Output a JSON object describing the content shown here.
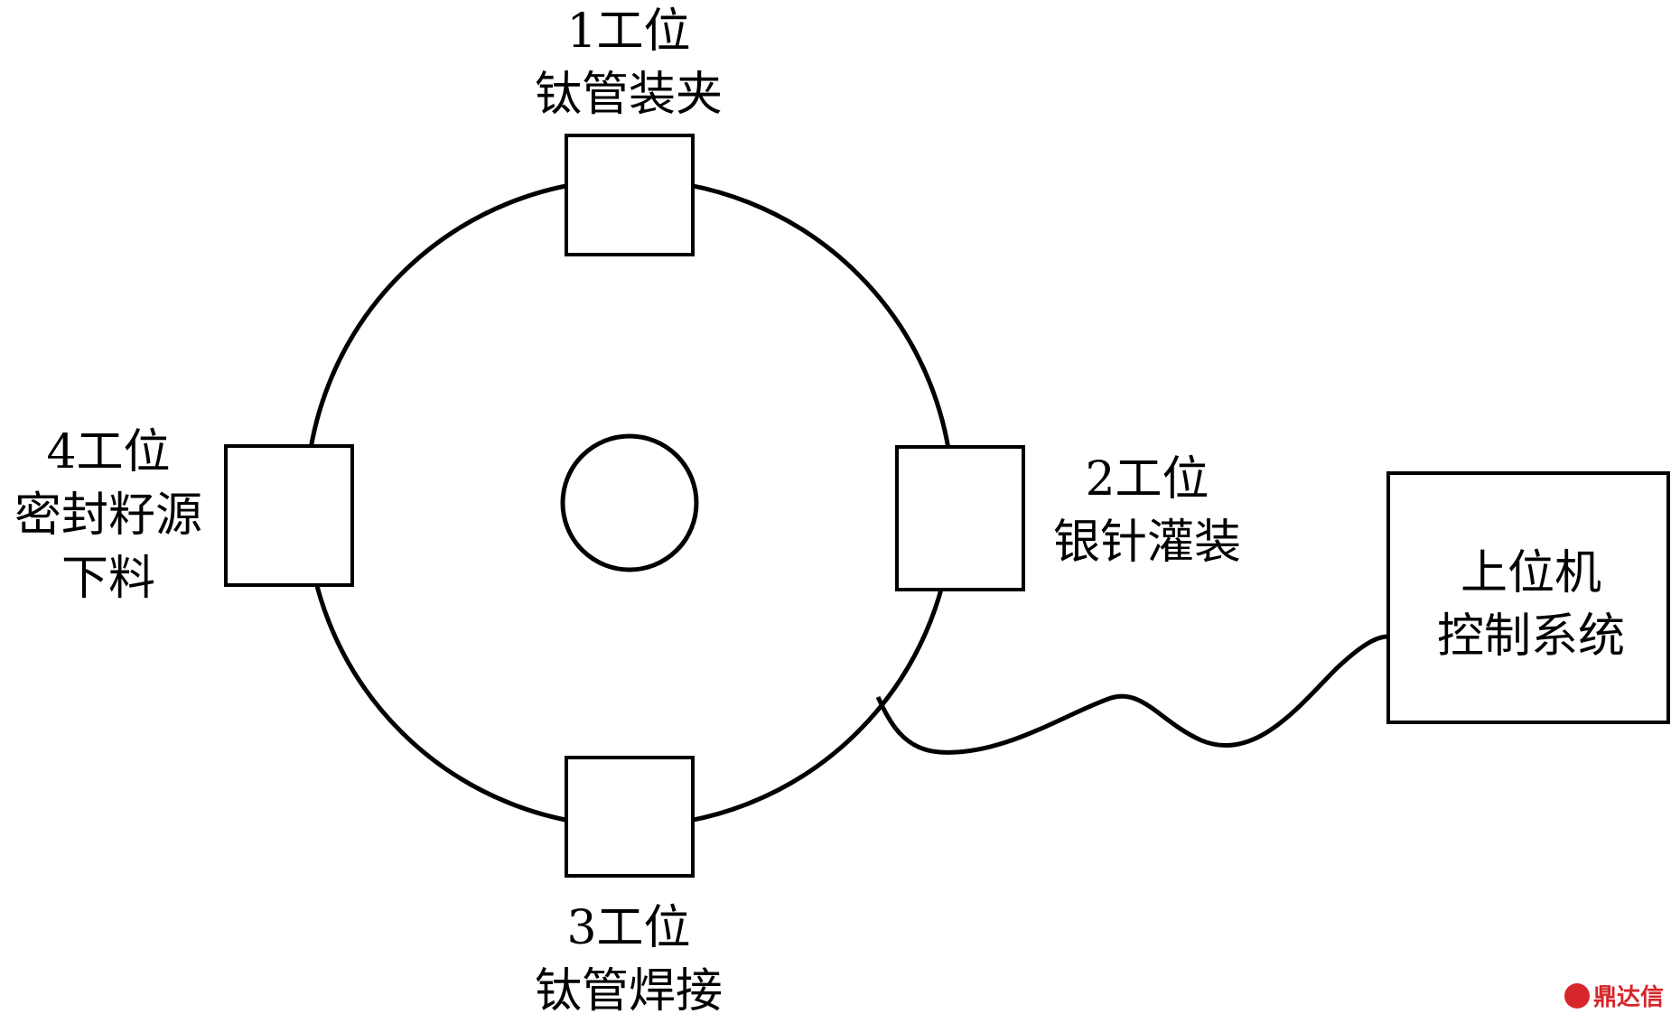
{
  "stations": [
    {
      "id": "1",
      "number": "1工位",
      "task": [
        "钛管装夹"
      ]
    },
    {
      "id": "2",
      "number": "2工位",
      "task": [
        "银针灌装"
      ]
    },
    {
      "id": "3",
      "number": "3工位",
      "task": [
        "钛管焊接"
      ]
    },
    {
      "id": "4",
      "number": "4工位",
      "task": [
        "密封籽源",
        "下料"
      ]
    }
  ],
  "host": {
    "lines": [
      "上位机",
      "控制系统"
    ]
  },
  "watermark": {
    "text": "鼎达信",
    "color": "#d6262b"
  }
}
